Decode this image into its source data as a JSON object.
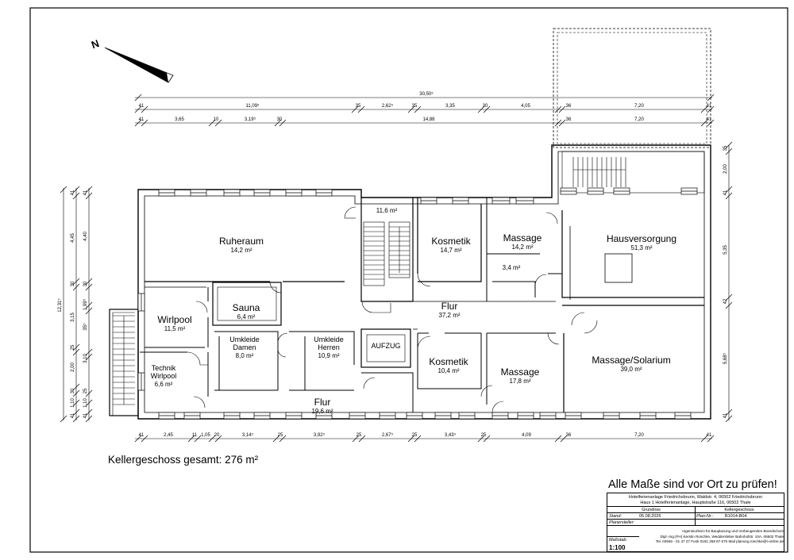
{
  "rooms": [
    {
      "id": "ruheraum",
      "name": "Ruheraum",
      "area": "14,2 m²"
    },
    {
      "id": "stair-hall",
      "name": "",
      "area": "11,6 m²"
    },
    {
      "id": "kosmetik-1",
      "name": "Kosmetik",
      "area": "14,7 m²"
    },
    {
      "id": "massage-1",
      "name": "Massage",
      "area": "14,2 m²"
    },
    {
      "id": "small",
      "name": "",
      "area": "3,4 m²"
    },
    {
      "id": "hausversorgung",
      "name": "Hausversorgung",
      "area": "51,3 m²"
    },
    {
      "id": "wirlpool",
      "name": "Wirlpool",
      "area": "11,5 m²"
    },
    {
      "id": "sauna",
      "name": "Sauna",
      "area": "6,4 m²"
    },
    {
      "id": "flur-1",
      "name": "Flur",
      "area": "37,2 m²"
    },
    {
      "id": "umkleide-damen",
      "name": "Umkleide\nDamen",
      "area": "8,0 m²"
    },
    {
      "id": "umkleide-herren",
      "name": "Umkleide\nHerren",
      "area": "10,9 m²"
    },
    {
      "id": "aufzug",
      "name": "AUFZUG",
      "area": ""
    },
    {
      "id": "kosmetik-2",
      "name": "Kosmetik",
      "area": "10,4 m²"
    },
    {
      "id": "massage-2",
      "name": "Massage",
      "area": "17,8 m²"
    },
    {
      "id": "massage-solarium",
      "name": "Massage/Solarium",
      "area": "39,0 m²"
    },
    {
      "id": "technik",
      "name": "Technik\nWirlpool",
      "area": "6,6 m²"
    },
    {
      "id": "flur-2",
      "name": "Flur",
      "area": "19,6 m²"
    }
  ],
  "dimensions": {
    "top_overall": "30,50⁵",
    "top_row1": [
      "41",
      "11,09⁵",
      "35",
      "2,62⁵",
      "35",
      "3,35",
      "30",
      "4,05",
      "36",
      "7,20",
      "41"
    ],
    "top_row2": [
      "41",
      "3,65",
      "10",
      "3,19⁵",
      "30",
      "14,88",
      "36",
      "7,20",
      "41"
    ],
    "bottom_row": [
      "41",
      "2,45",
      "11",
      "1,05",
      "20",
      "3,14⁵",
      "25",
      "3,92⁵",
      "25",
      "2,67⁵",
      "25",
      "3,43⁵",
      "25",
      "4,09",
      "36",
      "7,20",
      "41"
    ],
    "left_overall": "12,31⁵",
    "left_col1": [
      "41",
      "4,45",
      "30",
      "3,15",
      "25",
      "2,00",
      "30",
      "1,10",
      "41"
    ],
    "left_col2": [
      "41",
      "4,40",
      "30",
      "1,99⁵",
      "35⁵",
      "3,10",
      "25",
      "1,10",
      "41"
    ],
    "right_col": [
      "35",
      "2,00",
      "41",
      "5,35",
      "42",
      "5,68⁵",
      "41"
    ]
  },
  "north_label": "N",
  "total_area": "Kellergeschoss gesamt: 276 m²",
  "warning": "Alle Maße sind vor Ort zu prüfen!",
  "title_block": {
    "project_line1": "Hotelferienanlage Friedrichsbrunn, Waldstr. 4, 06502 Friedrichsbrunn",
    "project_line2": "Haus 1 Hotelferienanlage, Hauptstraße 116, 06502 Thale",
    "drawing_type": "Grundriss",
    "floor": "Kellergeschoss",
    "stand_label": "Stand:",
    "stand_value": "05.08.2026",
    "plan_nr_label": "Plan-Nr.:",
    "plan_nr_value": "B1014-B04",
    "planer_label": "Planersteller:",
    "office_line1": "Ingenieurbüro für Bauplanung und Vorbeugenden Brandschutz",
    "office_line2": "Dipl.-Ing.(FH) Kerstin Roschke, Weddersleber Bahnhofstr. 10A, 06502 Thale",
    "office_line3": "Tel. 03946 - 01 47 27 Funk 0151 258 87 670 Mail planung.roschke@t-online.de",
    "massstab_label": "Maßstab:",
    "massstab_value": "1:100"
  }
}
